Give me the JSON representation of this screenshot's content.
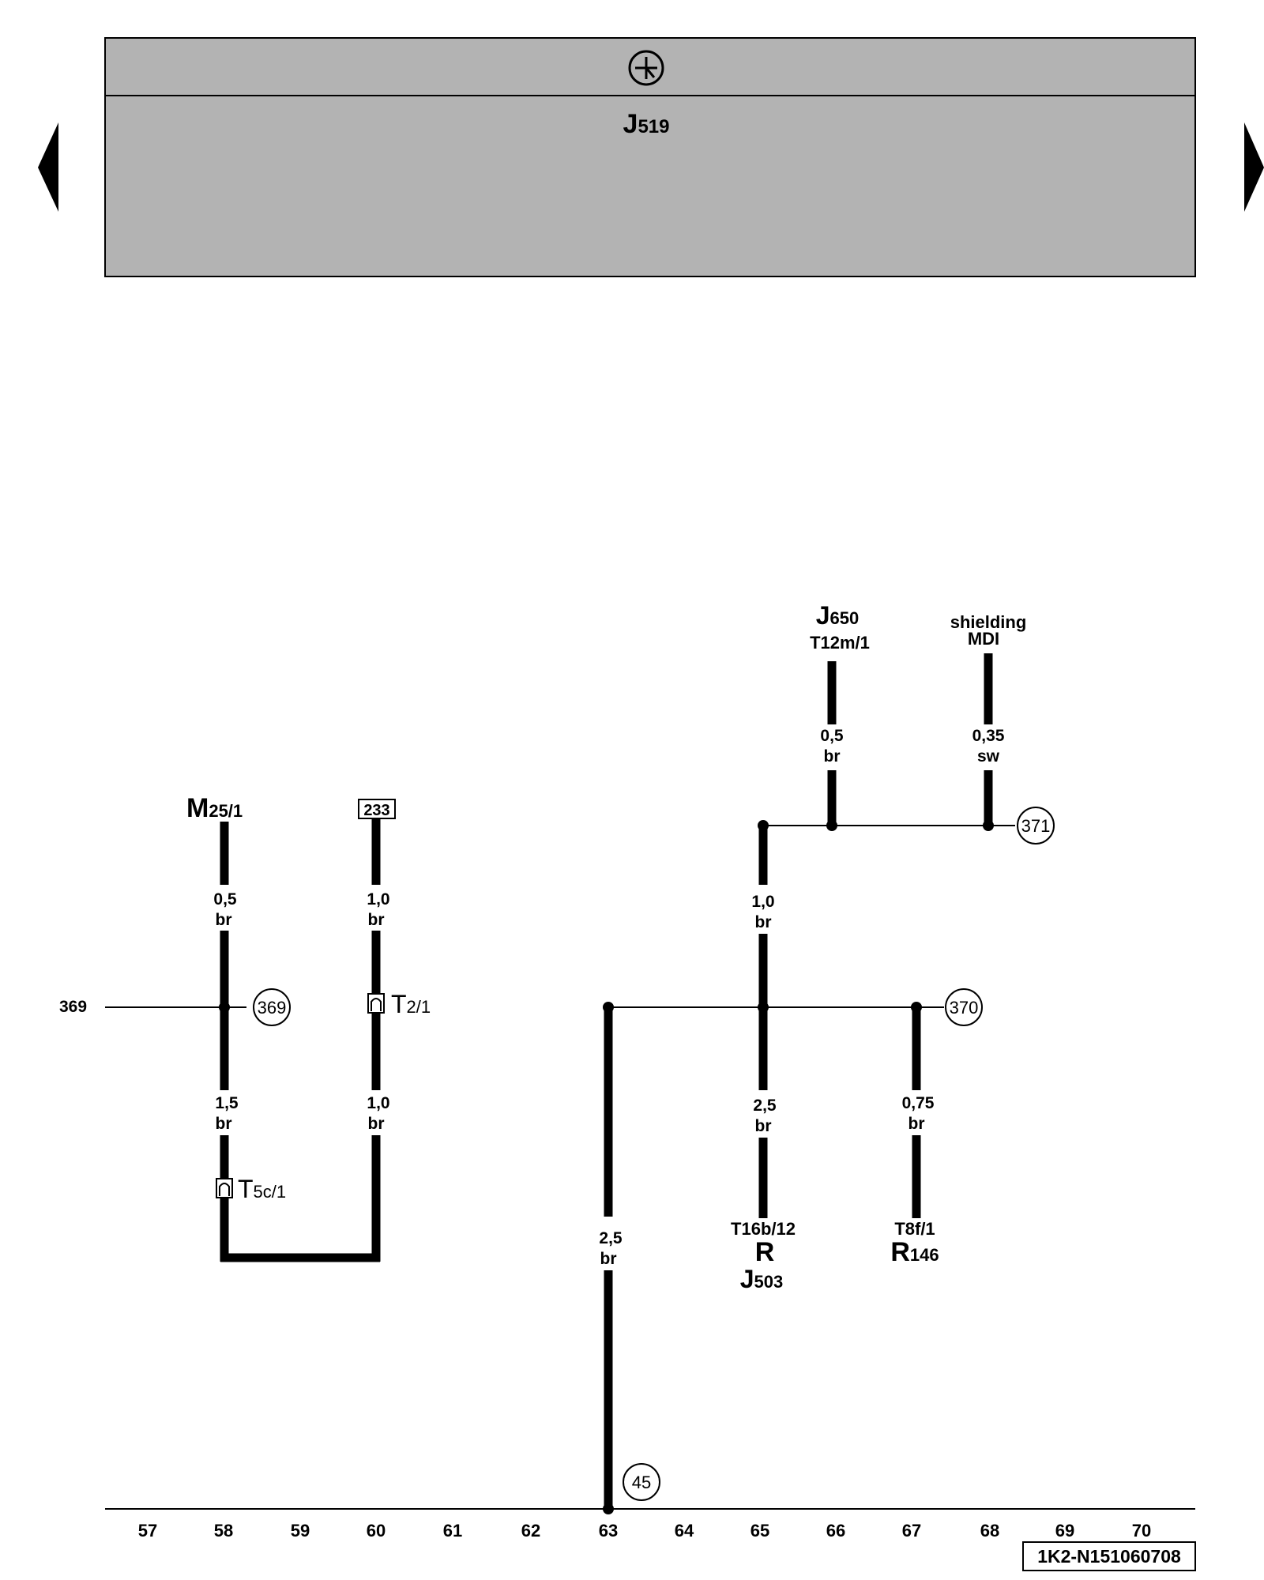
{
  "nav": {
    "prev_arrow": "left-arrow",
    "next_arrow": "right-arrow"
  },
  "header": {
    "symbol": "ground-symbol",
    "component": {
      "main": "J",
      "sub": "519"
    }
  },
  "components": {
    "j650": {
      "main": "J",
      "sub": "650",
      "pin": "T12m/1"
    },
    "shielding": {
      "line1": "shielding",
      "line2": "MDI"
    },
    "m25": {
      "main": "M",
      "sub": "25/1"
    },
    "box233": "233",
    "t2": {
      "main": "T",
      "sub": "2/1"
    },
    "t5c": {
      "main": "T",
      "sub": "5c/1"
    },
    "j503": {
      "pin": "T16b/12",
      "r": "R",
      "main": "J",
      "sub": "503"
    },
    "r146": {
      "pin": "T8f/1",
      "main": "R",
      "sub": "146"
    }
  },
  "wires": {
    "w66": {
      "size": "0,5",
      "color": "br"
    },
    "w68": {
      "size": "0,35",
      "color": "sw"
    },
    "w58a": {
      "size": "0,5",
      "color": "br"
    },
    "w60a": {
      "size": "1,0",
      "color": "br"
    },
    "w65a": {
      "size": "1,0",
      "color": "br"
    },
    "w58b": {
      "size": "1,5",
      "color": "br"
    },
    "w60b": {
      "size": "1,0",
      "color": "br"
    },
    "w65b": {
      "size": "2,5",
      "color": "br"
    },
    "w67": {
      "size": "0,75",
      "color": "br"
    },
    "w63": {
      "size": "2,5",
      "color": "br"
    }
  },
  "references": {
    "r371": "371",
    "r369_left": "369",
    "r369": "369",
    "r370": "370",
    "r45": "45"
  },
  "scale": [
    "57",
    "58",
    "59",
    "60",
    "61",
    "62",
    "63",
    "64",
    "65",
    "66",
    "67",
    "68",
    "69",
    "70"
  ],
  "footer": {
    "code": "1K2-N151060708"
  },
  "colors": {
    "header_bg": "#b3b3b3",
    "line": "#000000",
    "background": "#ffffff"
  }
}
